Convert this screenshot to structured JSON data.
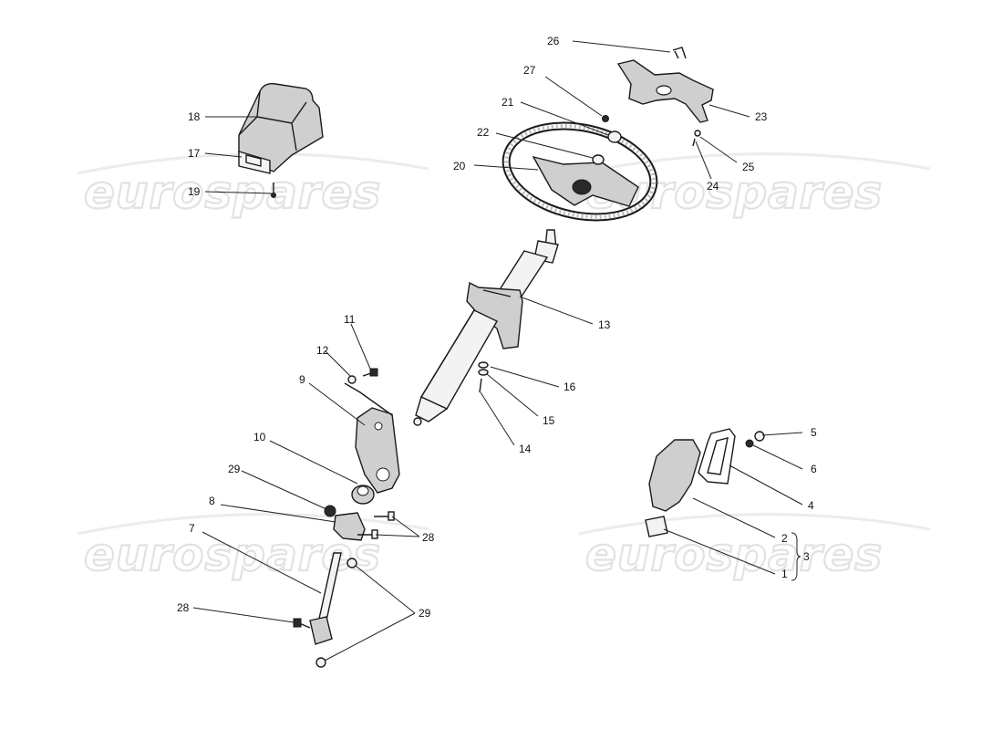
{
  "watermark": "eurospares",
  "callouts": [
    {
      "id": "c1",
      "text": "1"
    },
    {
      "id": "c2",
      "text": "2"
    },
    {
      "id": "c3",
      "text": "3"
    },
    {
      "id": "c4",
      "text": "4"
    },
    {
      "id": "c5",
      "text": "5"
    },
    {
      "id": "c6",
      "text": "6"
    },
    {
      "id": "c7",
      "text": "7"
    },
    {
      "id": "c8",
      "text": "8"
    },
    {
      "id": "c9",
      "text": "9"
    },
    {
      "id": "c10",
      "text": "10"
    },
    {
      "id": "c11",
      "text": "11"
    },
    {
      "id": "c12",
      "text": "12"
    },
    {
      "id": "c13",
      "text": "13"
    },
    {
      "id": "c14",
      "text": "14"
    },
    {
      "id": "c15",
      "text": "15"
    },
    {
      "id": "c16",
      "text": "16"
    },
    {
      "id": "c17",
      "text": "17"
    },
    {
      "id": "c18",
      "text": "18"
    },
    {
      "id": "c19",
      "text": "19"
    },
    {
      "id": "c20",
      "text": "20"
    },
    {
      "id": "c21",
      "text": "21"
    },
    {
      "id": "c22",
      "text": "22"
    },
    {
      "id": "c23",
      "text": "23"
    },
    {
      "id": "c24",
      "text": "24"
    },
    {
      "id": "c25",
      "text": "25"
    },
    {
      "id": "c26",
      "text": "26"
    },
    {
      "id": "c27",
      "text": "27"
    },
    {
      "id": "c28a",
      "text": "28"
    },
    {
      "id": "c28b",
      "text": "28"
    },
    {
      "id": "c29a",
      "text": "29"
    },
    {
      "id": "c29b",
      "text": "29"
    }
  ]
}
